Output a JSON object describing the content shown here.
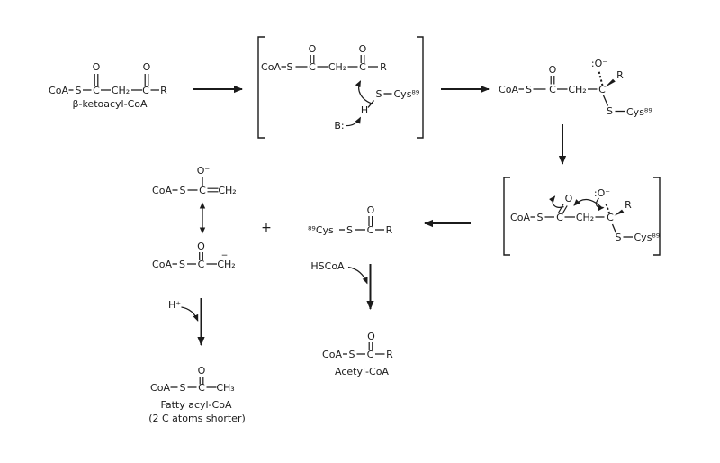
{
  "figure": {
    "background": "#ffffff",
    "ink": "#1b1b1b",
    "reactant": {
      "formula": [
        "CoA",
        "S",
        "C",
        "CH₂",
        "C",
        "R"
      ],
      "oxygens": [
        "O",
        "O"
      ],
      "caption": "β-ketoacyl-CoA"
    },
    "attack_intermediate": {
      "formula": [
        "CoA",
        "S",
        "C",
        "CH₂",
        "C",
        "R"
      ],
      "oxygens": [
        "O",
        "O"
      ],
      "thiol_s": "S",
      "cys": "Cys⁸⁹",
      "thiol_h": "H",
      "base": "B:"
    },
    "tetrahedral_adduct": {
      "formula": [
        "CoA",
        "S",
        "C",
        "CH₂",
        "C"
      ],
      "oxygen": "O",
      "alkoxide": ":O⁻",
      "r": "R",
      "s": "S",
      "cys": "Cys⁸⁹"
    },
    "fragmenting_adduct": {
      "formula": [
        "CoA",
        "S",
        "C",
        "CH₂",
        "C"
      ],
      "oxygen": "O",
      "alkoxide": ":O⁻",
      "r": "R",
      "s": "S",
      "cys": "Cys⁸⁹"
    },
    "acyl_enzyme": {
      "cys": "⁸⁹Cys",
      "s": "S",
      "c": "C",
      "oxygen": "O",
      "r": "R"
    },
    "plus": "+",
    "enolate": {
      "formula": [
        "CoA",
        "S",
        "C",
        "CH₂"
      ],
      "alkoxide": "O⁻"
    },
    "carbanion": {
      "formula": [
        "CoA",
        "S",
        "C",
        "CH₂"
      ],
      "oxygen": "O",
      "charge": "−"
    },
    "proton": "H⁺",
    "fatty_acyl_coa": {
      "formula": [
        "CoA",
        "S",
        "C",
        "CH₃"
      ],
      "oxygen": "O",
      "caption_line1": "Fatty acyl-CoA",
      "caption_line2": "(2 C atoms shorter)"
    },
    "coenzyme_a": "HSCoA",
    "acetyl_coa": {
      "formula": [
        "CoA",
        "S",
        "C",
        "R"
      ],
      "oxygen": "O",
      "caption": "Acetyl-CoA"
    }
  }
}
